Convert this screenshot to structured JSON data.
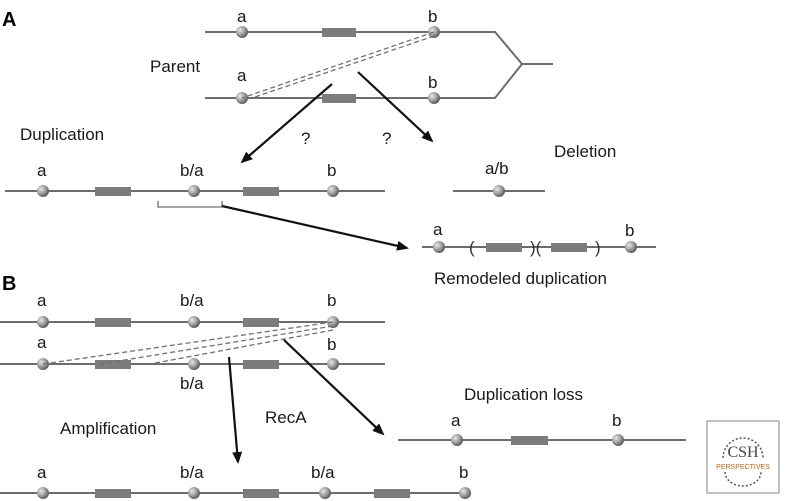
{
  "panels": {
    "a": "A",
    "b": "B"
  },
  "labels": {
    "parent": "Parent",
    "duplication": "Duplication",
    "deletion": "Deletion",
    "question": "?",
    "remodeled": "Remodeled duplication",
    "amplification": "Amplification",
    "reca": "RecA",
    "dup_loss": "Duplication loss"
  },
  "sites": {
    "a": "a",
    "b": "b",
    "ab": "a/b",
    "ba": "b/a"
  },
  "parens": {
    "open": "(",
    "close": ")",
    "mid": ")("
  },
  "logo": {
    "main": "CSH",
    "sub": "PERSPECTIVES"
  }
}
